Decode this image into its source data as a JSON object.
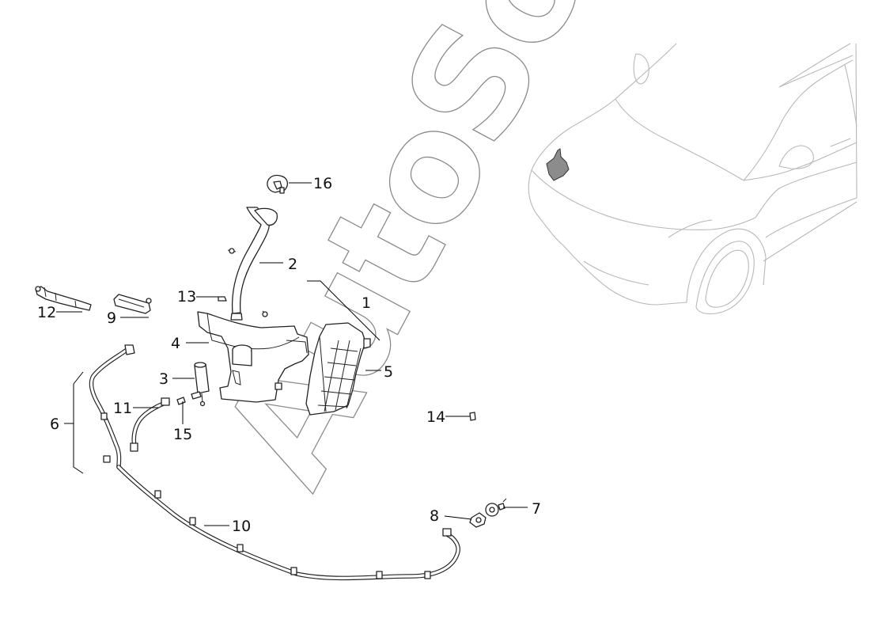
{
  "watermark": "AutoSoft",
  "callouts": {
    "c1": "1",
    "c2": "2",
    "c3": "3",
    "c4": "4",
    "c5": "5",
    "c6": "6",
    "c7": "7",
    "c8": "8",
    "c9": "9",
    "c10": "10",
    "c11": "11",
    "c12": "12",
    "c13": "13",
    "c14": "14",
    "c15": "15",
    "c16": "16"
  },
  "colors": {
    "line": "#222222",
    "car_outline": "#b8b8b8",
    "highlight": "#8c8c8c",
    "background": "#ffffff"
  }
}
